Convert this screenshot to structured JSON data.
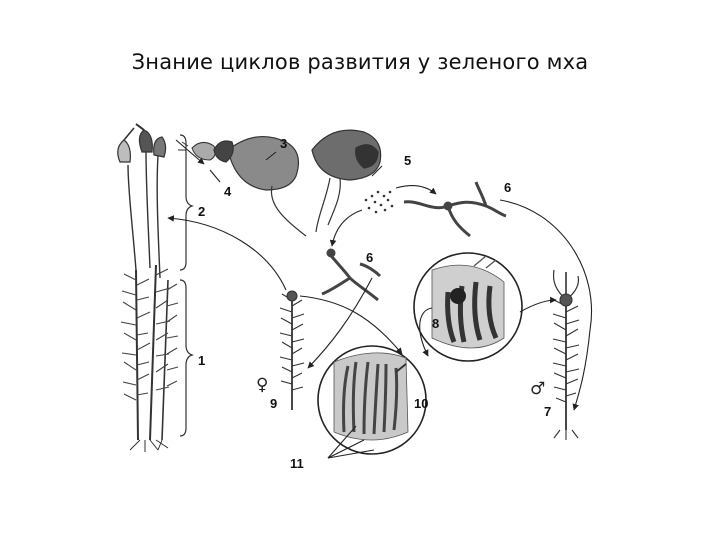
{
  "title": "Знание циклов развития у зеленого мха",
  "labels": {
    "l1": "1",
    "l2": "2",
    "l3": "3",
    "l4": "4",
    "l5": "5",
    "l6a": "6",
    "l6b": "6",
    "l7": "7",
    "l8": "8",
    "l9": "9",
    "l10": "10",
    "l11": "11"
  },
  "symbols": {
    "female": "♀",
    "male": "♂"
  }
}
